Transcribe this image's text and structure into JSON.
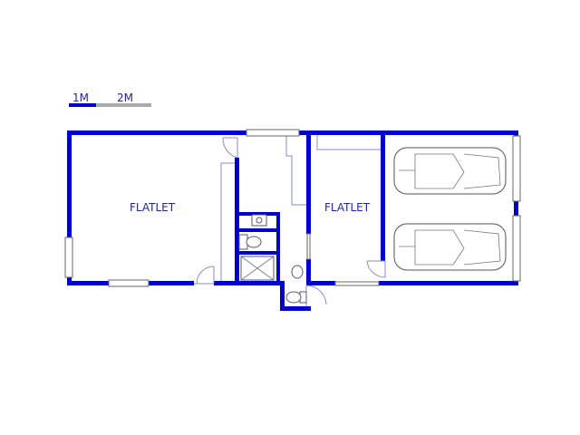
{
  "scale": {
    "label_1": "1M",
    "label_2": "2M"
  },
  "rooms": [
    {
      "id": "flatlet-left",
      "label": "FLATLET"
    },
    {
      "id": "flatlet-right",
      "label": "FLATLET"
    }
  ],
  "colors": {
    "wall": "#0000cc",
    "label": "#2222aa",
    "scale_grey": "#aaaaaa"
  }
}
